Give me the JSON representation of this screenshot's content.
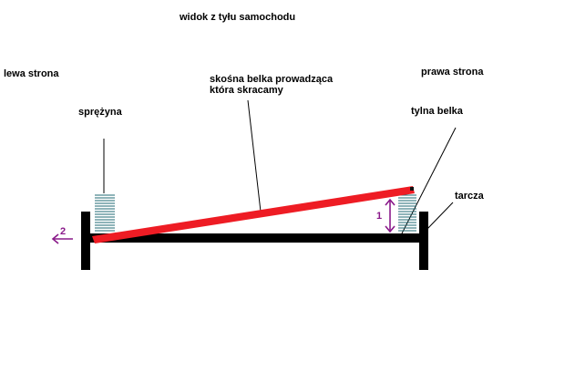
{
  "labels": {
    "title": "widok z tyłu samochodu",
    "left_side": "lewa strona",
    "right_side": "prawa strona",
    "spring": "sprężyna",
    "beam_line1": "skośna belka prowadząca",
    "beam_line2": "która skracamy",
    "rear_beam": "tylna belka",
    "disc": "tarcza",
    "arrow1": "1",
    "arrow2": "2"
  },
  "colors": {
    "beam": "#ee1c24",
    "spring": "#1f6a73",
    "arrow": "#8a1a8a",
    "structure": "#000000"
  }
}
